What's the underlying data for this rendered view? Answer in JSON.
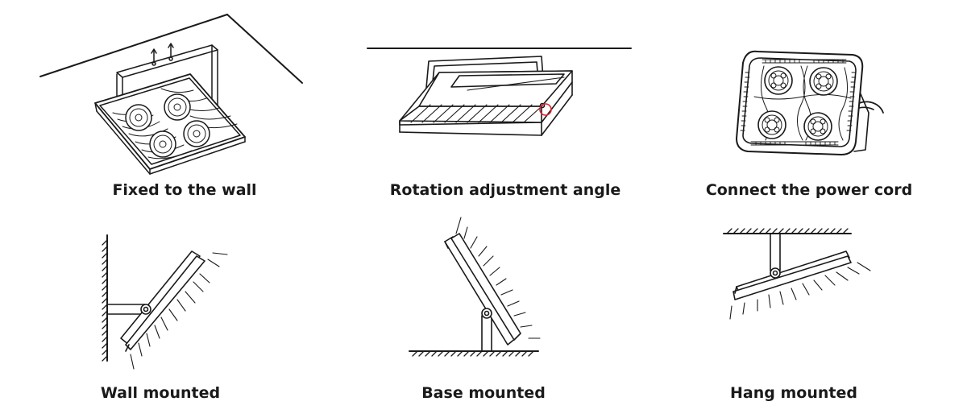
{
  "captions": {
    "fixed_wall": "Fixed to the wall",
    "rotation": "Rotation adjustment angle",
    "power_cord": "Connect the power cord",
    "wall_mounted": "Wall mounted",
    "base_mounted": "Base mounted",
    "hang_mounted": "Hang mounted"
  },
  "colors": {
    "line": "#1a1a1a",
    "highlight": "#e0232b"
  }
}
